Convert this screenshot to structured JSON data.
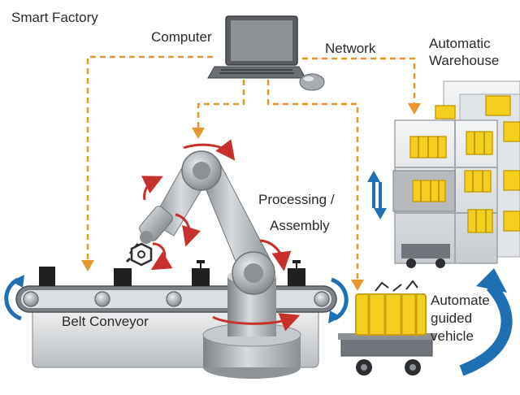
{
  "title": "Smart Factory",
  "labels": {
    "computer": "Computer",
    "network": "Network",
    "warehouse_line1": "Automatic",
    "warehouse_line2": "Warehouse",
    "processing_line1": "Processing /",
    "processing_line2": "Assembly",
    "conveyor": "Belt Conveyor",
    "agv_line1": "Automate",
    "agv_line2": "guided",
    "agv_line3": "vehicle"
  },
  "colors": {
    "network_line": "#e8962e",
    "rotation_arrow": "#c8302c",
    "cycle_arrow": "#1f6fb3",
    "cargo_yellow": "#f3cf1f",
    "machine_gray": "#9ea3a8"
  },
  "icons": [
    "laptop-icon",
    "mouse-icon",
    "robot-arm-icon",
    "conveyor-icon",
    "warehouse-rack-icon",
    "agv-icon"
  ]
}
